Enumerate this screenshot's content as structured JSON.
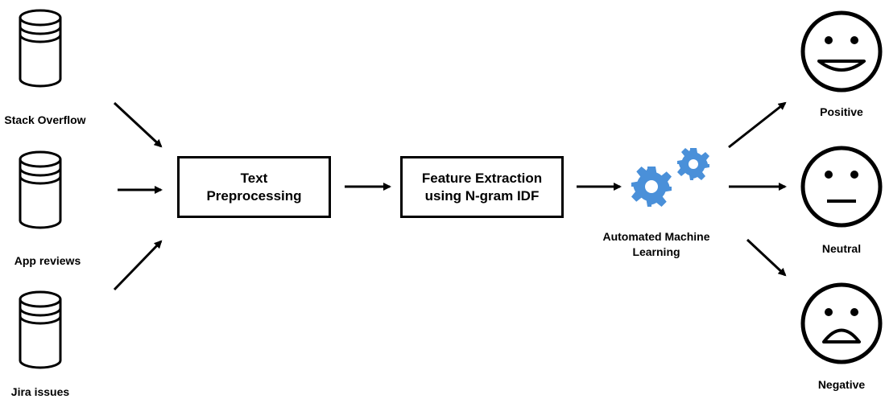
{
  "sources": [
    {
      "label": "Stack Overflow",
      "icon": "database-icon"
    },
    {
      "label": "App reviews",
      "icon": "database-icon"
    },
    {
      "label": "Jira issues",
      "icon": "database-icon"
    }
  ],
  "steps": {
    "preprocessing": {
      "line1": "Text",
      "line2": "Preprocessing"
    },
    "feature_extraction": {
      "line1": "Feature Extraction",
      "line2": "using N-gram IDF"
    },
    "automl": {
      "line1": "Automated Machine",
      "line2": "Learning",
      "icon": "gears-icon",
      "icon_color": "#4a90d9"
    }
  },
  "outputs": [
    {
      "label": "Positive",
      "icon": "smiley-face-icon"
    },
    {
      "label": "Neutral",
      "icon": "neutral-face-icon"
    },
    {
      "label": "Negative",
      "icon": "sad-face-icon"
    }
  ]
}
